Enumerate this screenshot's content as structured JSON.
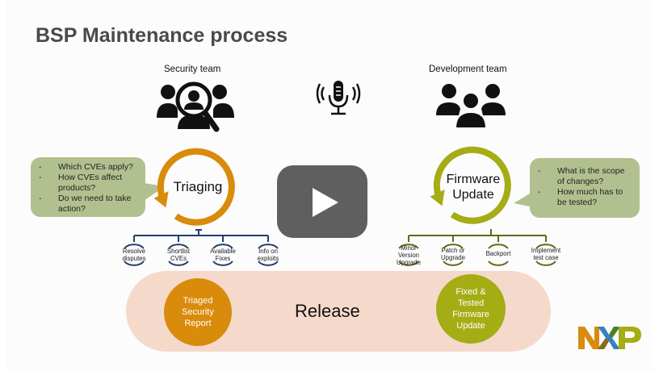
{
  "slide": {
    "title": "BSP Maintenance process",
    "colors": {
      "orange": "#d98b0c",
      "olive": "#a4ad14",
      "navy": "#1f3f6b",
      "bubble_green": "#b2c08f",
      "band_pink": "#f5d9cb",
      "play_gray": "#5f5f5f"
    },
    "security": {
      "team_label": "Security team",
      "icon": "team-search-icon",
      "cycle_label": "Triaging",
      "bubble_items": [
        "Which CVEs apply?",
        "How CVEs affect products?",
        "Do we need to take action?"
      ],
      "sub_steps": [
        {
          "line1": "Resolve",
          "line2": "disputes"
        },
        {
          "line1": "Shortlist",
          "line2": "CVEs"
        },
        {
          "line1": "Available",
          "line2": "Fixes"
        },
        {
          "line1": "Info on",
          "line2": "exploits"
        }
      ],
      "output": {
        "line1": "Triaged",
        "line2": "Security",
        "line3": "Report"
      }
    },
    "development": {
      "team_label": "Development team",
      "icon": "team-icon",
      "cycle_label_line1": "Firmware",
      "cycle_label_line2": "Update",
      "bubble_items": [
        "What is the scope of changes?",
        "How much has to be tested?"
      ],
      "sub_steps": [
        {
          "line1": "Minor",
          "line2": "Version",
          "line3": "Upgrade"
        },
        {
          "line1": "Patch or",
          "line2": "Upgrade",
          "line3": ""
        },
        {
          "line1": "Backport",
          "line2": "",
          "line3": ""
        },
        {
          "line1": "Implement",
          "line2": "test case",
          "line3": ""
        }
      ],
      "output": {
        "line1": "Fixed &",
        "line2": "Tested",
        "line3": "Firmware",
        "line4": "Update"
      }
    },
    "center": {
      "icon": "microphone-icon",
      "release_label": "Release"
    },
    "video": {
      "play_icon": "play-icon"
    },
    "logo": {
      "text": "NXP"
    }
  }
}
